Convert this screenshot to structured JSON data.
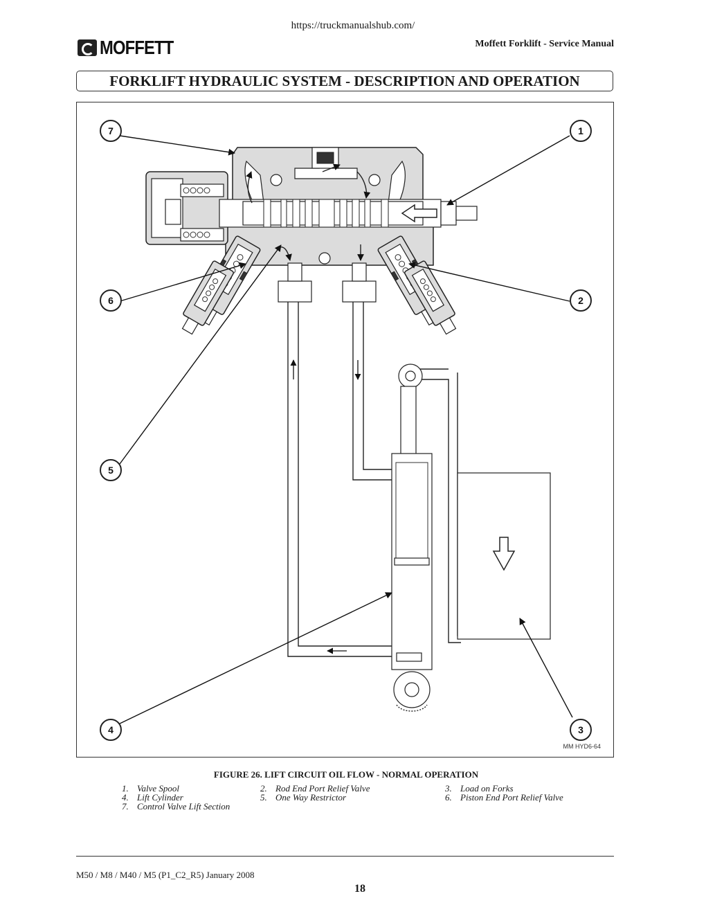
{
  "header": {
    "url": "https://truckmanualshub.com/",
    "logo_text": "MOFFETT",
    "manual_title": "Moffett Forklift - Service Manual"
  },
  "section_title": "FORKLIFT HYDRAULIC SYSTEM - DESCRIPTION AND OPERATION",
  "figure": {
    "code": "MM HYD6-64",
    "callouts": [
      "1",
      "2",
      "3",
      "4",
      "5",
      "6",
      "7"
    ],
    "caption": "FIGURE 26.  LIFT CIRCUIT OIL FLOW - NORMAL OPERATION",
    "legend": [
      {
        "num": "1.",
        "label": "Valve Spool"
      },
      {
        "num": "2.",
        "label": "Rod End Port Relief Valve"
      },
      {
        "num": "3.",
        "label": "Load on Forks"
      },
      {
        "num": "4.",
        "label": "Lift Cylinder"
      },
      {
        "num": "5.",
        "label": "One Way Restrictor"
      },
      {
        "num": "6.",
        "label": "Piston End Port Relief Valve"
      },
      {
        "num": "7.",
        "label": "Control Valve Lift Section"
      }
    ]
  },
  "footer": {
    "models": "M50 / M8 / M40 / M5   (P1_C2_R5) January 2008",
    "page": "18"
  }
}
